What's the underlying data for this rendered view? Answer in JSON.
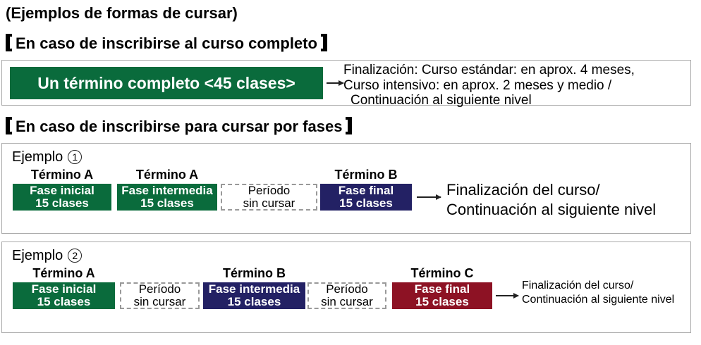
{
  "title": "(Ejemplos de formas de cursar)",
  "colors": {
    "green": "#0a6b3c",
    "navy": "#232164",
    "red": "#8d1224"
  },
  "complete_section": {
    "heading": "En caso de inscribirse al curso completo",
    "bar_label": "Un término completo <45 clases>",
    "result_line1": "Finalización: Curso estándar: en aprox. 4 meses,",
    "result_line2": "Curso intensivo: en aprox. 2 meses y medio /",
    "result_line3": "Continuación al siguiente nivel"
  },
  "phases_section": {
    "heading": "En caso de inscribirse para cursar por fases",
    "example1": {
      "label": "Ejemplo",
      "number": "1",
      "terms": [
        {
          "term": "Término A",
          "phase": "Fase inicial",
          "classes": "15 clases"
        },
        {
          "term": "Término A",
          "phase": "Fase intermedia",
          "classes": "15 clases"
        },
        {
          "term": "",
          "phase": "Período",
          "classes": "sin cursar"
        },
        {
          "term": "Término B",
          "phase": "Fase final",
          "classes": "15 clases"
        }
      ],
      "result_line1": "Finalización del curso/",
      "result_line2": "Continuación al siguiente nivel"
    },
    "example2": {
      "label": "Ejemplo",
      "number": "2",
      "terms": [
        {
          "term": "Término A",
          "phase": "Fase inicial",
          "classes": "15 clases"
        },
        {
          "term": "",
          "phase": "Período",
          "classes": "sin cursar"
        },
        {
          "term": "Término B",
          "phase": "Fase intermedia",
          "classes": "15 clases"
        },
        {
          "term": "",
          "phase": "Período",
          "classes": "sin cursar"
        },
        {
          "term": "Término C",
          "phase": "Fase final",
          "classes": "15 clases"
        }
      ],
      "result_line1": "Finalización del curso/",
      "result_line2": "Continuación al siguiente nivel"
    }
  }
}
